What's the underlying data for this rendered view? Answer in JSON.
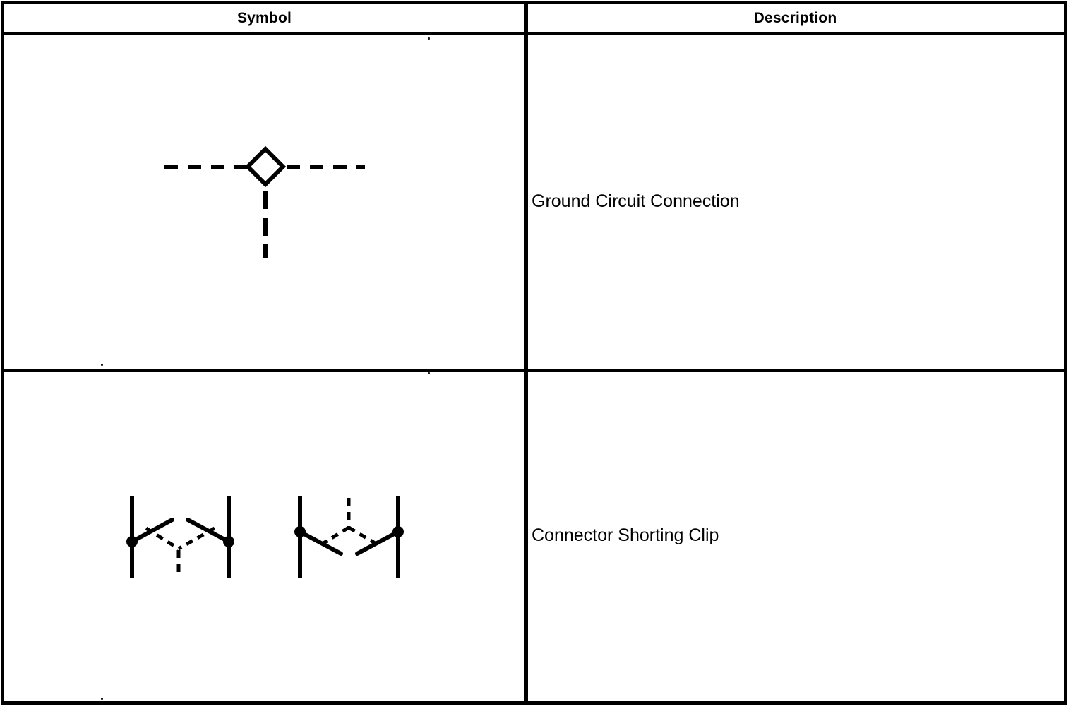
{
  "colors": {
    "ink": "#000000",
    "background": "#ffffff"
  },
  "table": {
    "headers": {
      "symbol": "Symbol",
      "description": "Description"
    },
    "rows": [
      {
        "symbol_icon": "ground-circuit-connection-symbol",
        "description": "Ground Circuit Connection"
      },
      {
        "symbol_icon": "connector-shorting-clip-symbol",
        "description": "Connector Shorting Clip"
      }
    ]
  }
}
